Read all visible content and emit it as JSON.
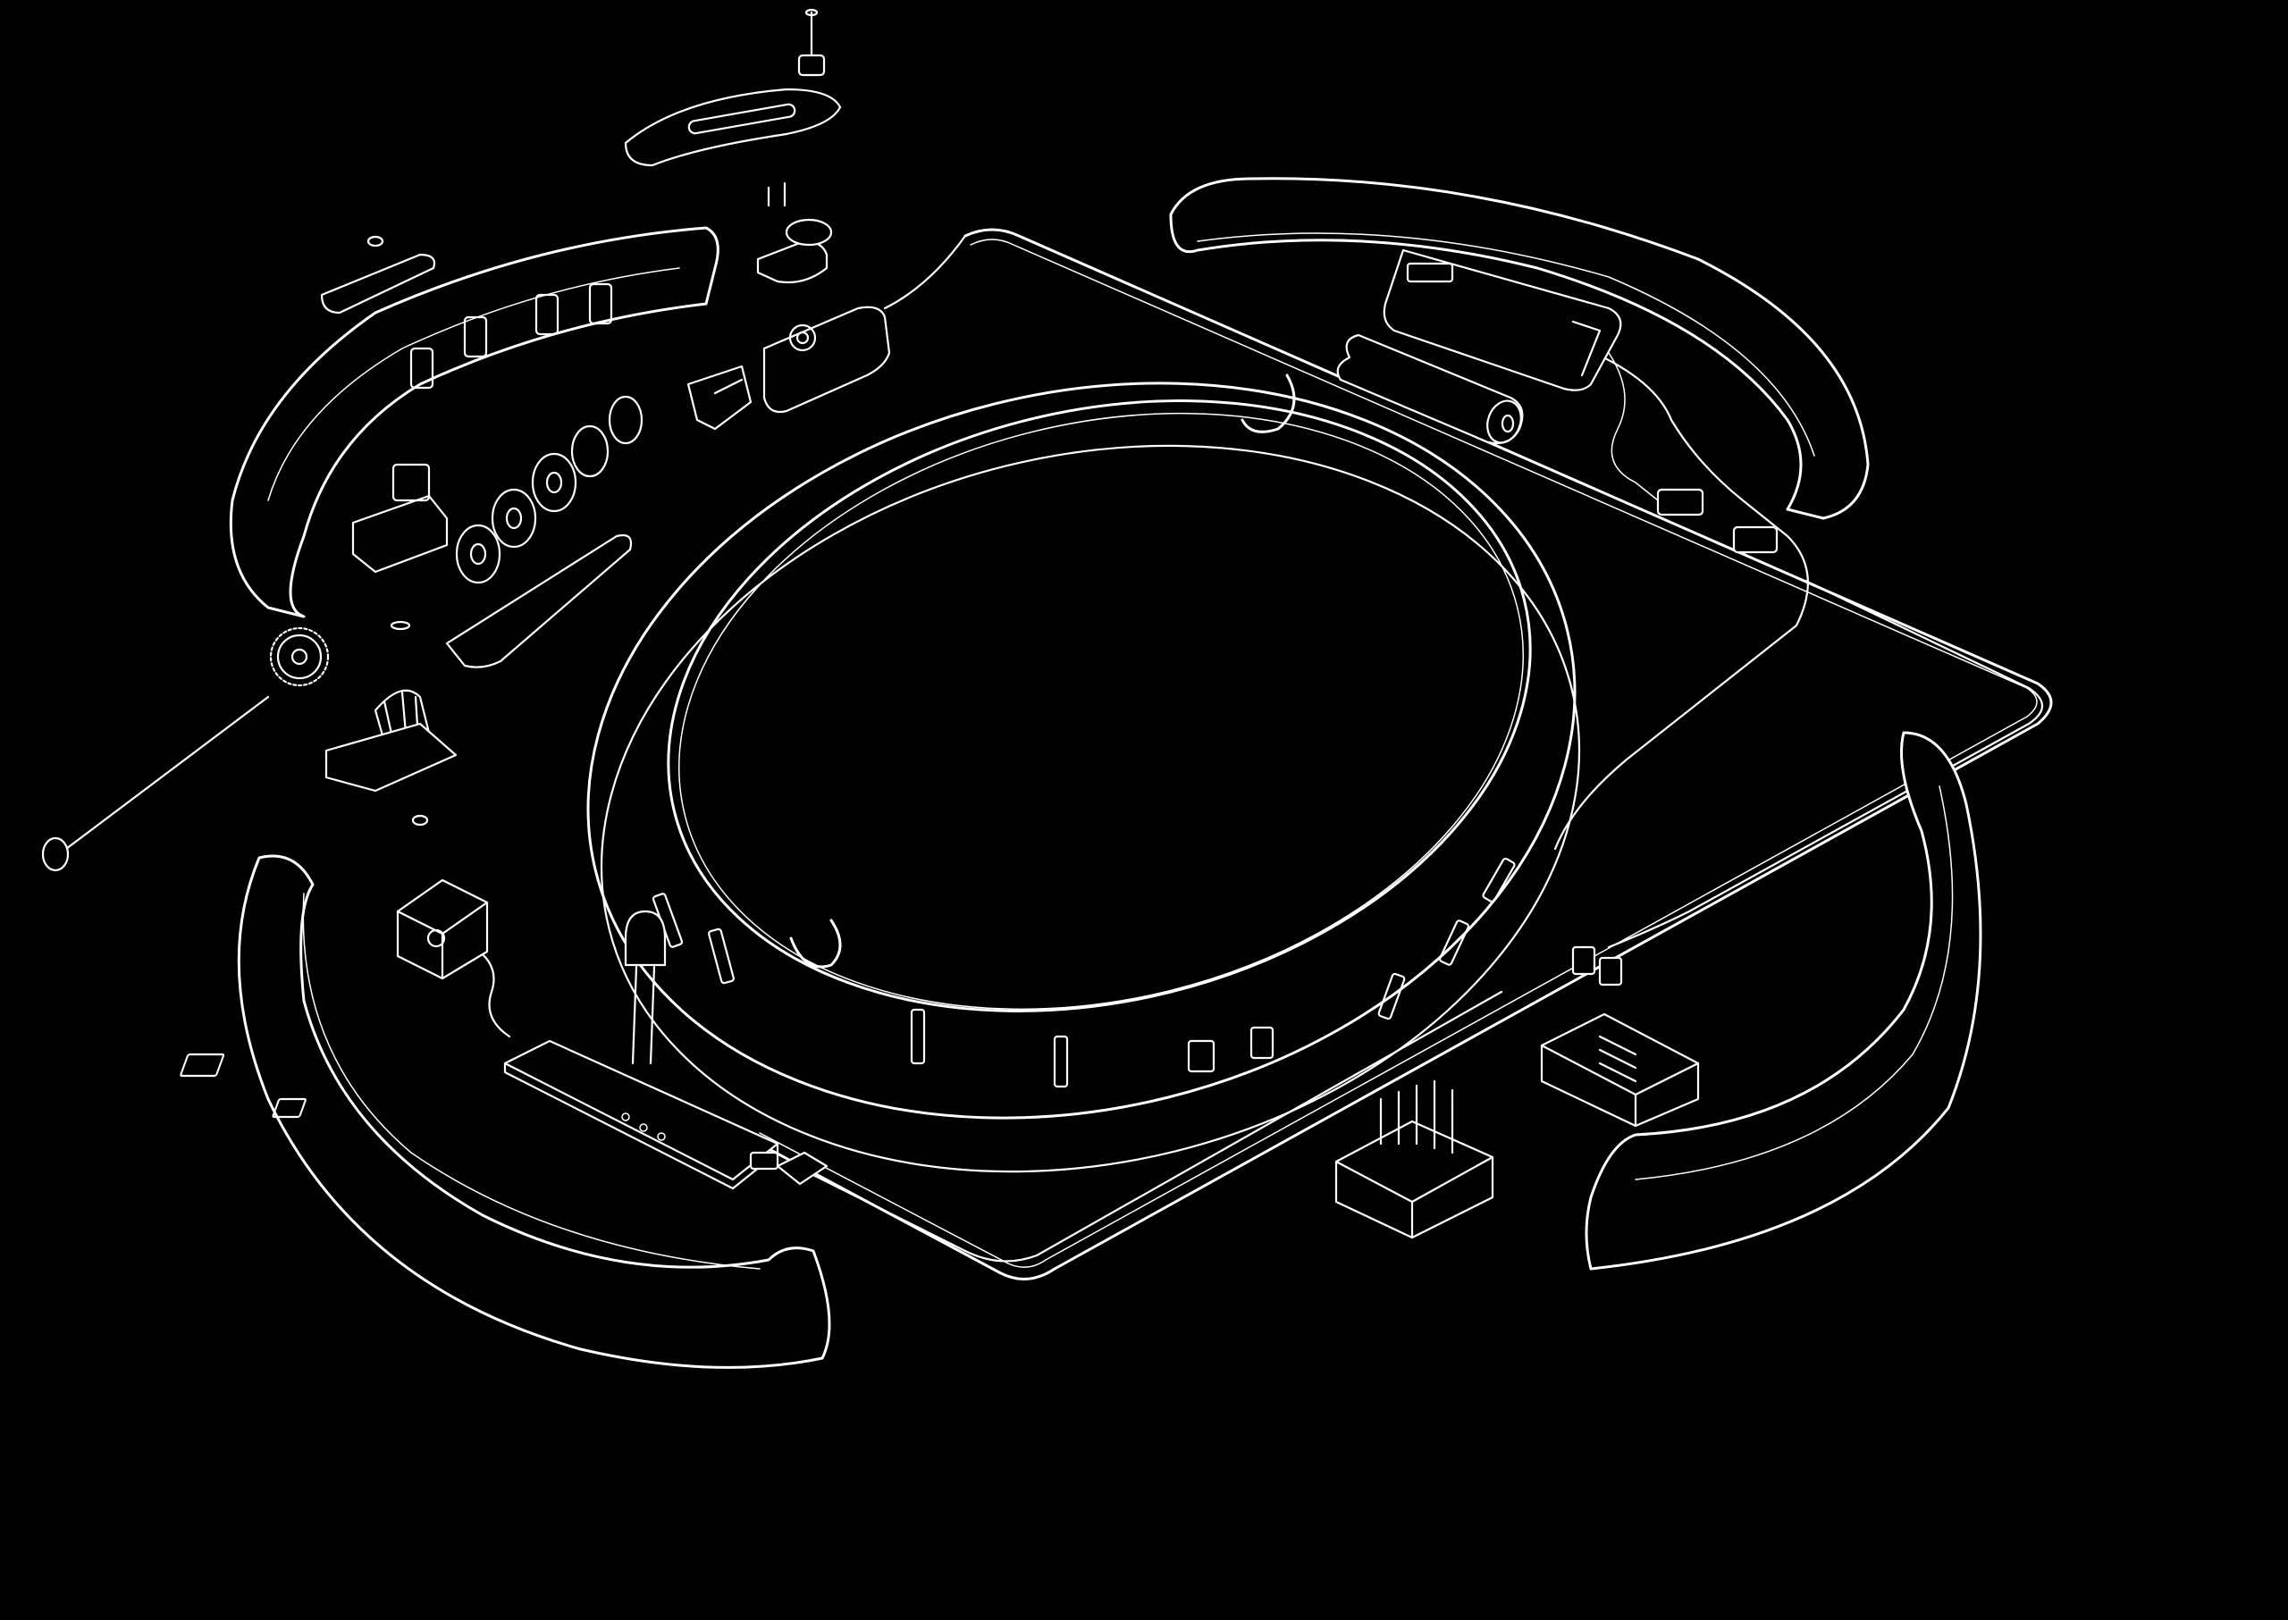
{
  "figure": {
    "kind": "exploded-assembly-line-drawing",
    "background_color": "#000000",
    "line_color": "#ffffff",
    "parts": [
      {
        "name": "base-plate",
        "shape": "rounded square outline"
      },
      {
        "name": "turntable-ring",
        "shape": "large ring with inner opening and ribbed side wall"
      },
      {
        "name": "shell-segment",
        "count": 4,
        "shape": "curved housing pieces"
      },
      {
        "name": "battery",
        "count": 1
      },
      {
        "name": "battery-holder",
        "count": 1
      },
      {
        "name": "servo-motor",
        "count": 1
      },
      {
        "name": "microcontroller-board",
        "count": 1
      },
      {
        "name": "led",
        "count": 1
      },
      {
        "name": "light-sensor",
        "count": 1
      },
      {
        "name": "motor-driver",
        "count": 1
      },
      {
        "name": "heatsink",
        "count": 1
      },
      {
        "name": "gear",
        "count": 1
      },
      {
        "name": "axle-pin",
        "count": 1
      },
      {
        "name": "spacer-washer",
        "count": 5
      },
      {
        "name": "screw",
        "count": 3
      },
      {
        "name": "slotted-bracket",
        "count": 1
      },
      {
        "name": "cable-connector",
        "count": 3
      }
    ]
  }
}
